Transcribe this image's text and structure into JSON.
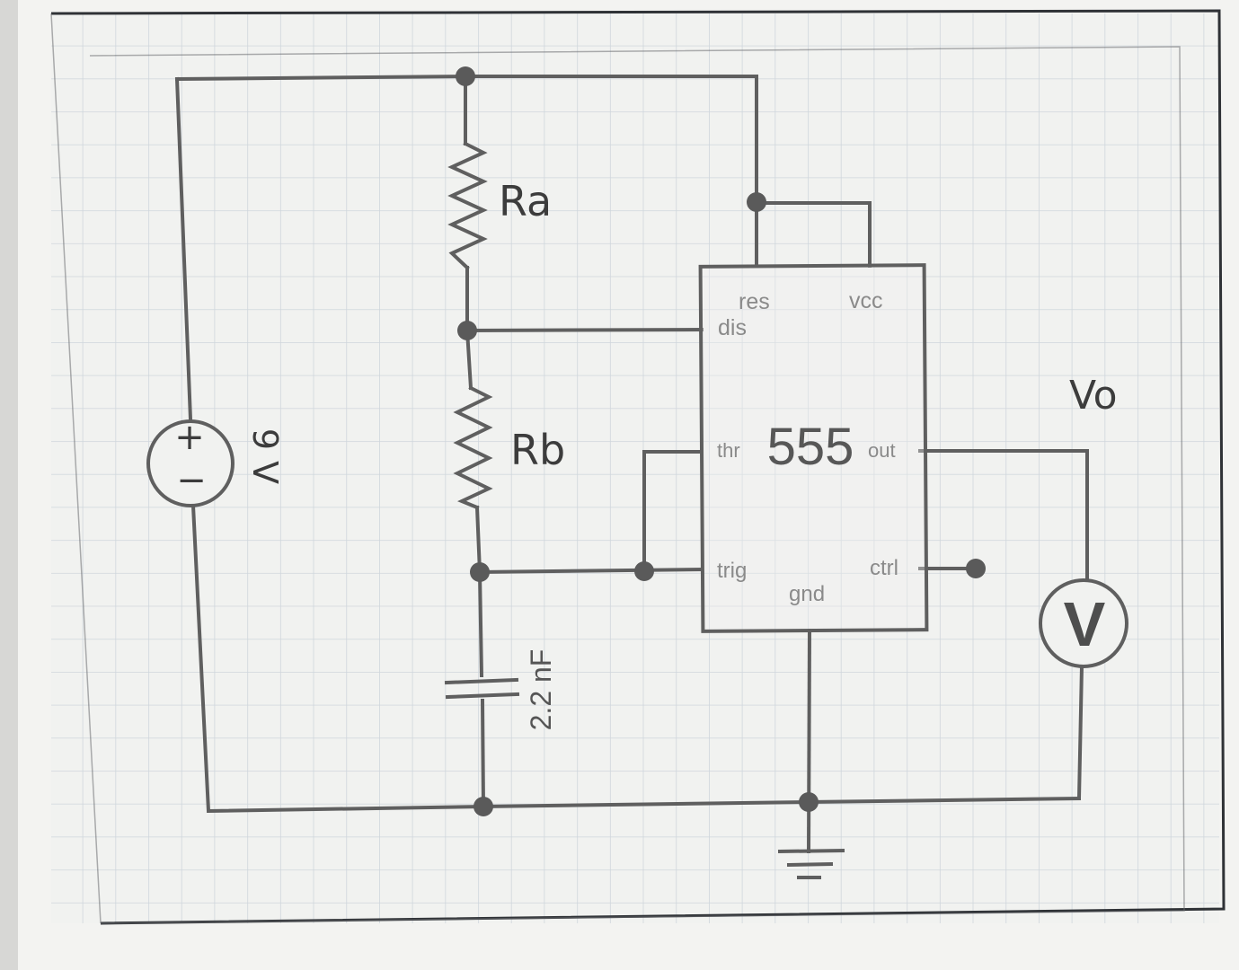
{
  "diagram": {
    "components": {
      "resistor_a": {
        "label": "Ra"
      },
      "resistor_b": {
        "label": "Rb"
      },
      "capacitor": {
        "label": "2.2 nF"
      },
      "source": {
        "label": "9 V",
        "plus": "+",
        "minus": "−"
      },
      "timer": {
        "label": "555"
      },
      "voltmeter": {
        "symbol": "V"
      },
      "output": {
        "label": "Vo"
      }
    },
    "pins": {
      "res": "res",
      "vcc": "vcc",
      "dis": "dis",
      "thr": "thr",
      "out": "out",
      "trig": "trig",
      "ctrl": "ctrl",
      "gnd": "gnd"
    },
    "colors": {
      "wire": "#5f5f5f",
      "grid": "#cfd6dc",
      "paper": "#f1f2f0",
      "frame": "#2f3236"
    }
  }
}
